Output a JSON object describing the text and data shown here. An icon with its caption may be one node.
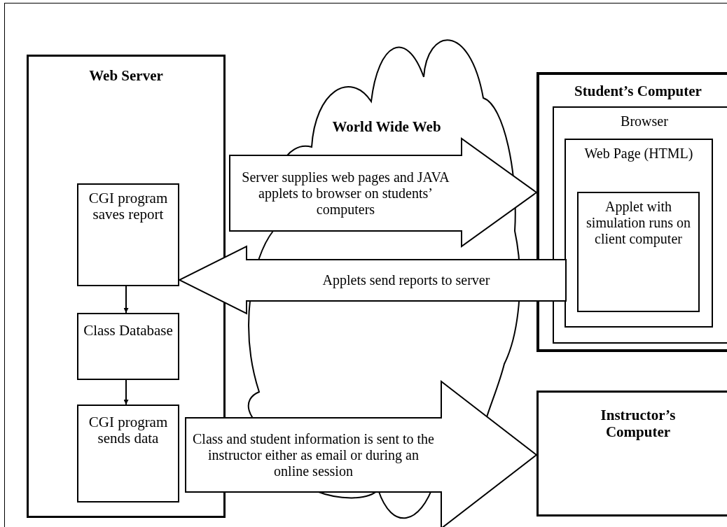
{
  "diagram": {
    "nodes": [
      {
        "text": [
          "Web Server"
        ]
      },
      {
        "text": [
          "CGI program saves report"
        ],
        "in": 0
      },
      {
        "text": [
          "Class Database"
        ],
        "in": 0
      },
      {
        "text": [
          "CGI program sends data"
        ],
        "in": 0
      },
      {
        "text": [
          "World Wide Web"
        ]
      },
      {
        "text": [
          "Student’s Computer"
        ]
      },
      {
        "text": [
          "Browser"
        ],
        "in": 5
      },
      {
        "text": [
          "Web Page (HTML)"
        ],
        "in": 6
      },
      {
        "text": [
          "Applet with simulation runs on client computer"
        ],
        "in": 7
      },
      {
        "text": [
          "Instructor’s Computer"
        ]
      }
    ],
    "edges": [
      {
        "from": 0,
        "to": 5,
        "arrow": "to",
        "label": "Server supplies web pages and JAVA applets to browser on students’ computers"
      },
      {
        "from": 8,
        "to": 1,
        "arrow": "to",
        "label": "Applets send reports to server"
      },
      {
        "from": 3,
        "to": 9,
        "arrow": "to",
        "label": "Class and student information is sent to the instructor either as email or during an online session"
      },
      {
        "from": 1,
        "to": 2,
        "arrow": "to"
      },
      {
        "from": 2,
        "to": 3,
        "arrow": "to"
      }
    ]
  }
}
